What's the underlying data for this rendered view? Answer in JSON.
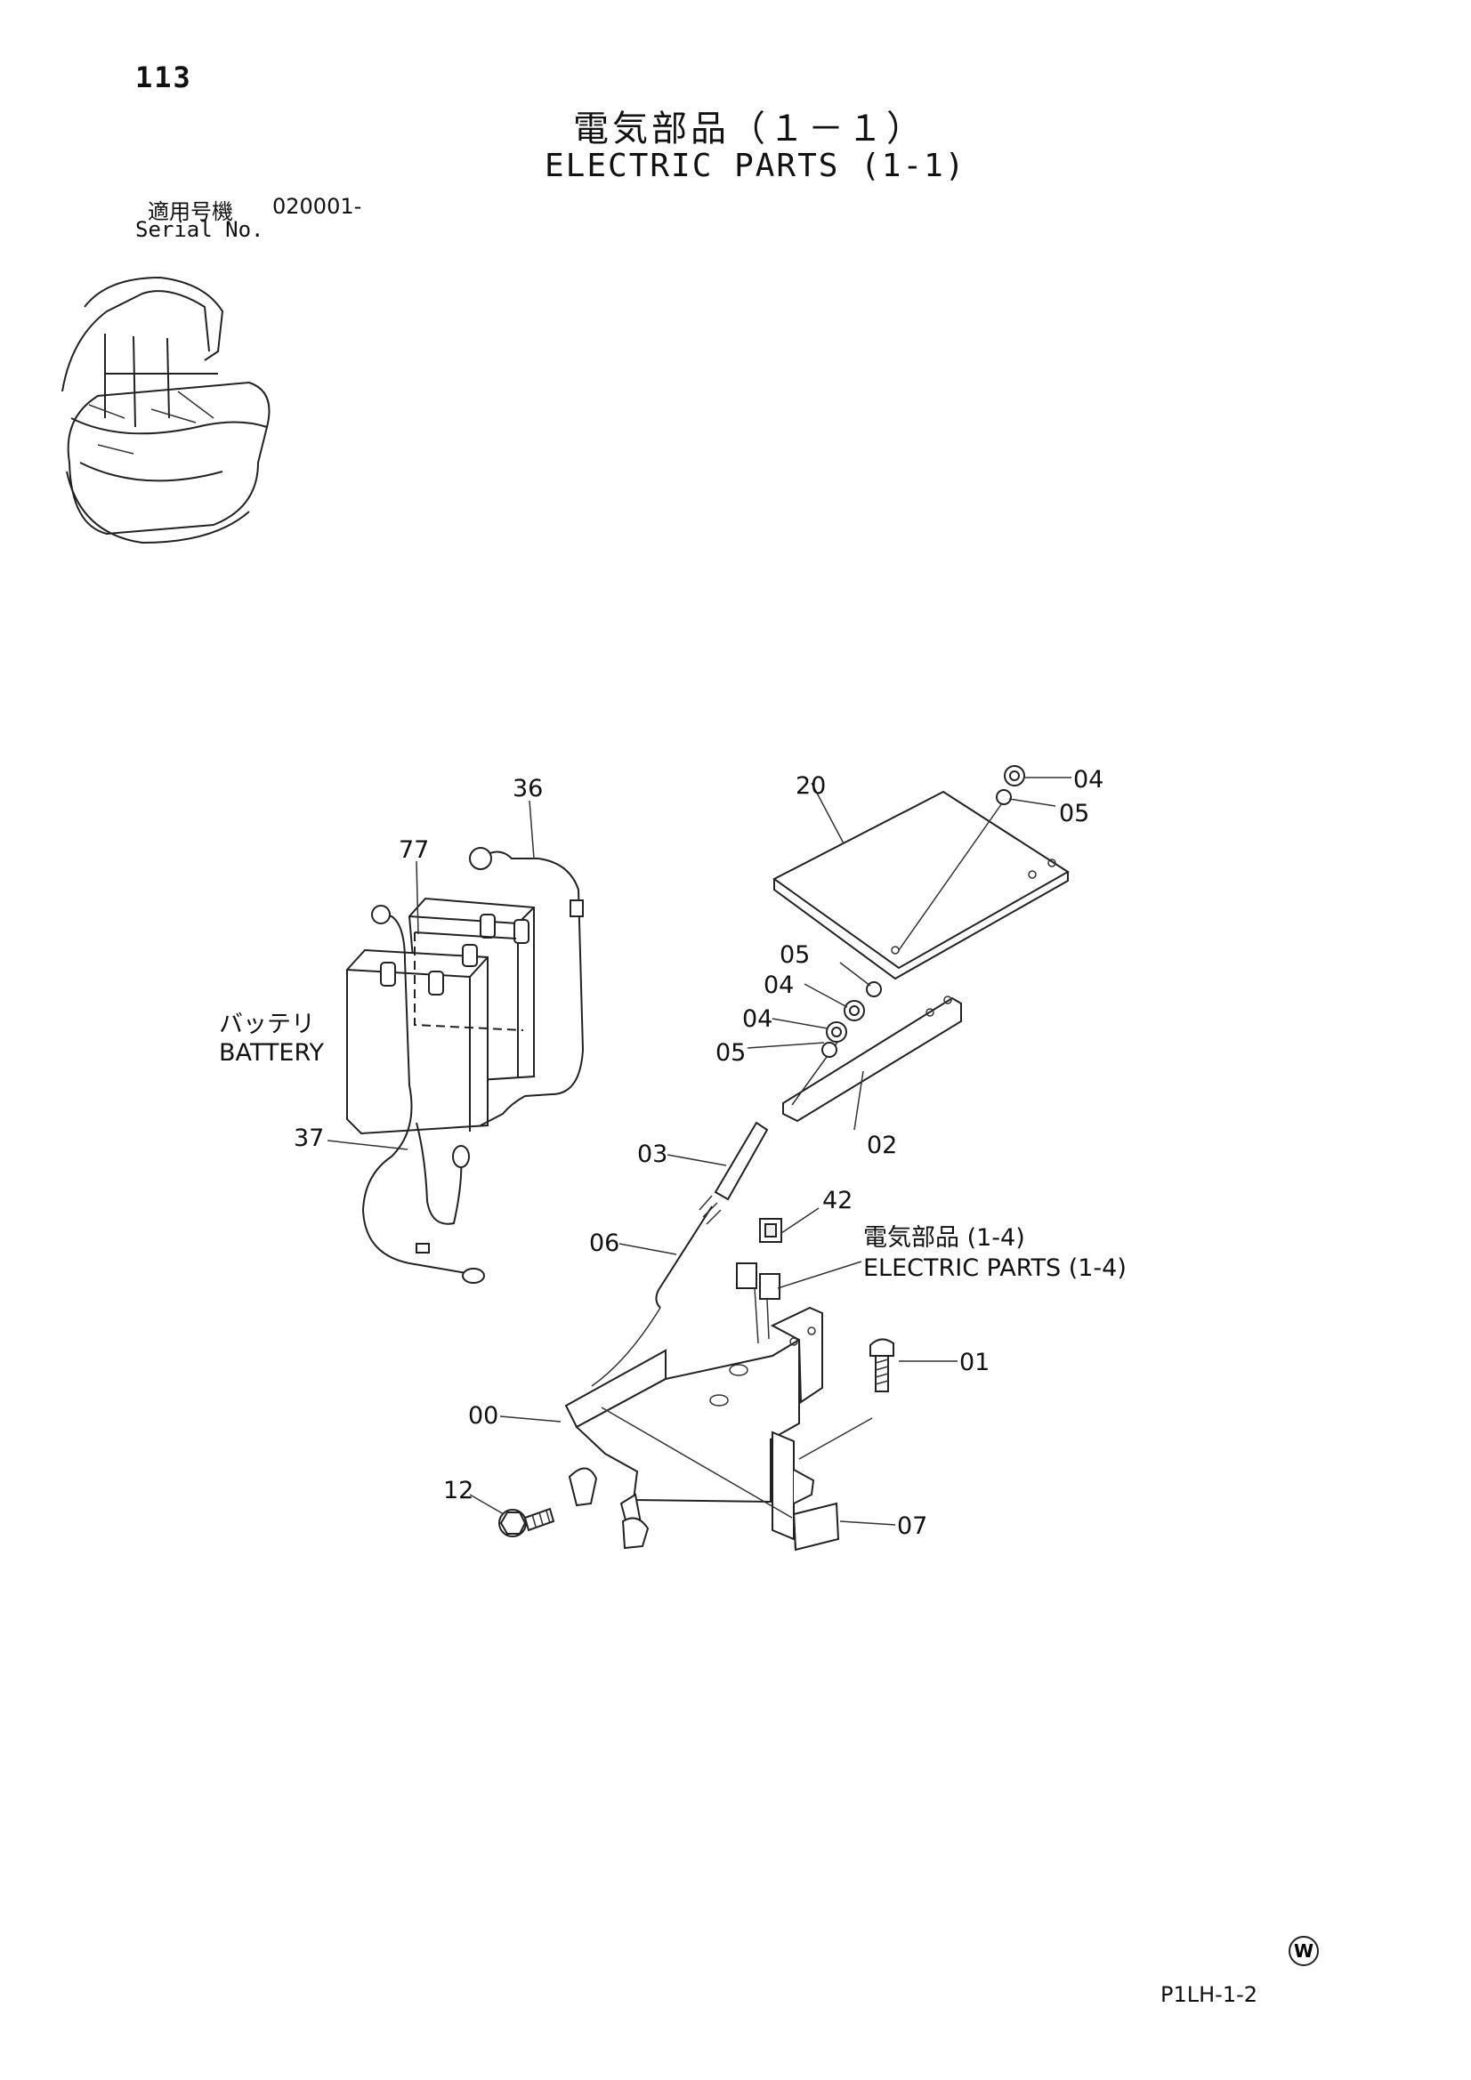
{
  "header": {
    "page_number": "113",
    "title_jp": "電気部品（１－１）",
    "title_en": "ELECTRIC PARTS (1-1)",
    "serial_label_jp": "適用号機",
    "serial_value": "020001-",
    "serial_label_en": "Serial No."
  },
  "diagram": {
    "battery_label_jp": "バッテリ",
    "battery_label_en": "BATTERY",
    "reference_jp": "電気部品 (1-4)",
    "reference_en": "ELECTRIC PARTS (1-4)",
    "callouts": {
      "c36": "36",
      "c77": "77",
      "c37": "37",
      "c20": "20",
      "c04_top": "04",
      "c05_top": "05",
      "c05_a": "05",
      "c04_a": "04",
      "c04_b": "04",
      "c05_b": "05",
      "c02": "02",
      "c03": "03",
      "c42": "42",
      "c06": "06",
      "c01": "01",
      "c00": "00",
      "c12": "12",
      "c07": "07"
    }
  },
  "footer": {
    "mark": "W",
    "drawing_code": "P1LH-1-2"
  }
}
